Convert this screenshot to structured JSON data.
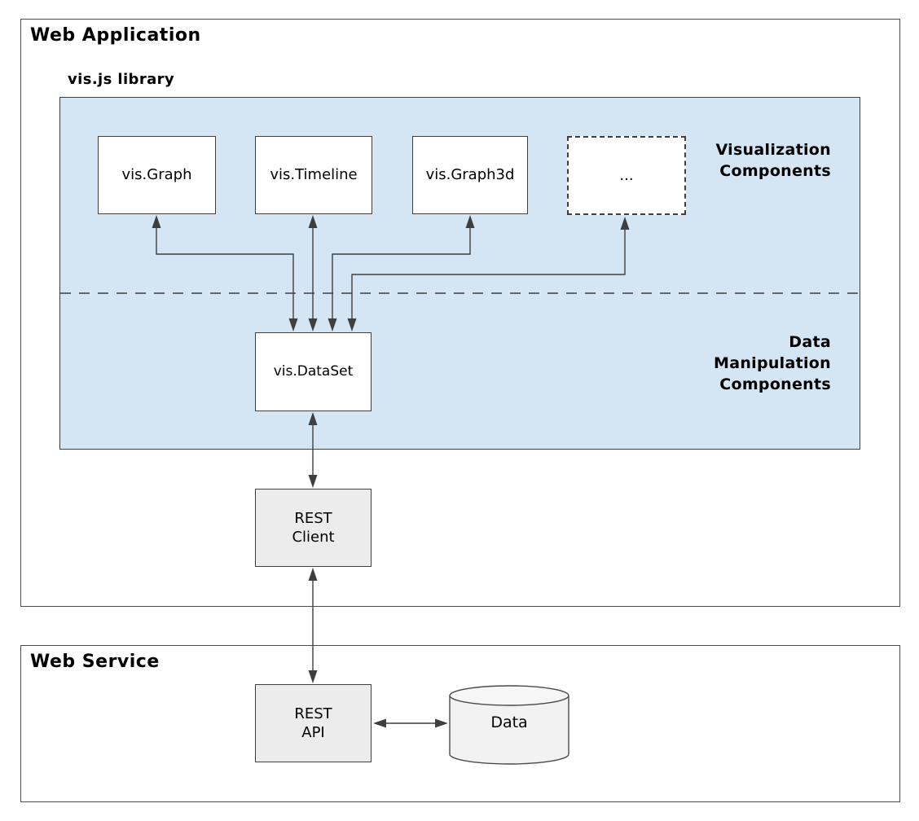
{
  "colors": {
    "library_fill": "#d4e6f3",
    "node_border": "#3f3f3f",
    "gray_node_fill": "#ececec",
    "cylinder_fill": "#f2f2f2",
    "arrow": "#3f3f3f",
    "outer_border": "#4d4d4d"
  },
  "web_application": {
    "title": "Web Application",
    "library": {
      "title": "vis.js library",
      "visualization_components": [
        "vis.Graph",
        "vis.Timeline",
        "vis.Graph3d",
        "..."
      ],
      "visualization_label": "Visualization\nComponents",
      "data_manipulation_label": "Data\nManipulation\nComponents",
      "dataset_label": "vis.DataSet"
    },
    "rest_client_label": "REST\nClient"
  },
  "web_service": {
    "title": "Web Service",
    "rest_api_label": "REST\nAPI",
    "data_store_label": "Data"
  }
}
